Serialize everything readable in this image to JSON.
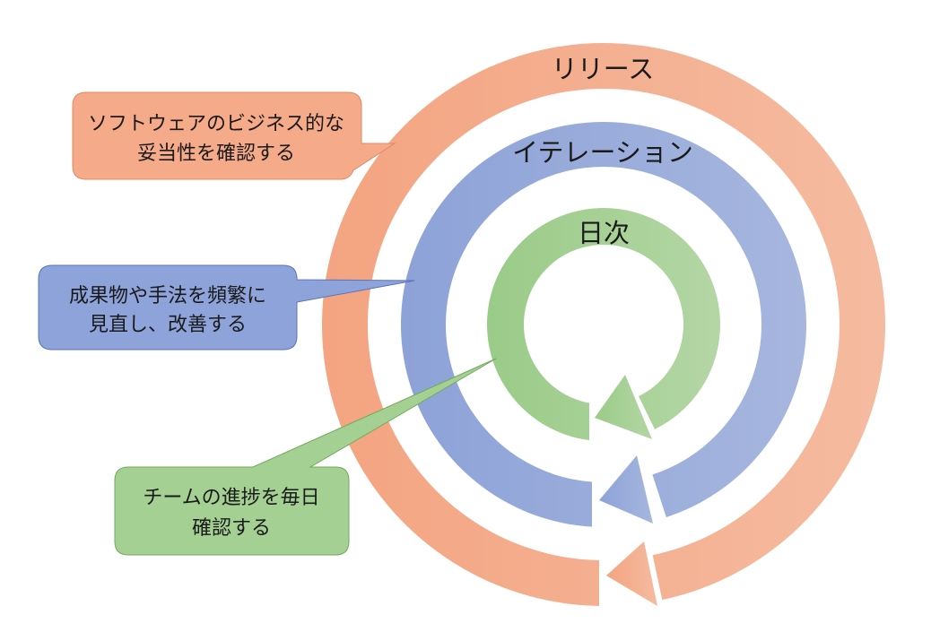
{
  "diagram": {
    "rings": [
      {
        "id": "release",
        "label": "リリース",
        "color_start": "#f4a481",
        "color_end": "#f5bba0"
      },
      {
        "id": "iteration",
        "label": "イテレーション",
        "color_start": "#8da2d8",
        "color_end": "#a6b6de"
      },
      {
        "id": "daily",
        "label": "日次",
        "color_start": "#9acb88",
        "color_end": "#b4d6a5"
      }
    ],
    "callouts": [
      {
        "id": "release-callout",
        "lines": [
          "ソフトウェアのビジネス的な",
          "妥当性を確認する"
        ],
        "fill": "#f5aa8a",
        "stroke": "#e08a62"
      },
      {
        "id": "iteration-callout",
        "lines": [
          "成果物や手法を頻繁に",
          "見直し、改善する"
        ],
        "fill": "#8ea3d9",
        "stroke": "#5a73b8"
      },
      {
        "id": "daily-callout",
        "lines": [
          "チームの進捗を毎日",
          "確認する"
        ],
        "fill": "#a5d093",
        "stroke": "#72a95d"
      }
    ]
  }
}
